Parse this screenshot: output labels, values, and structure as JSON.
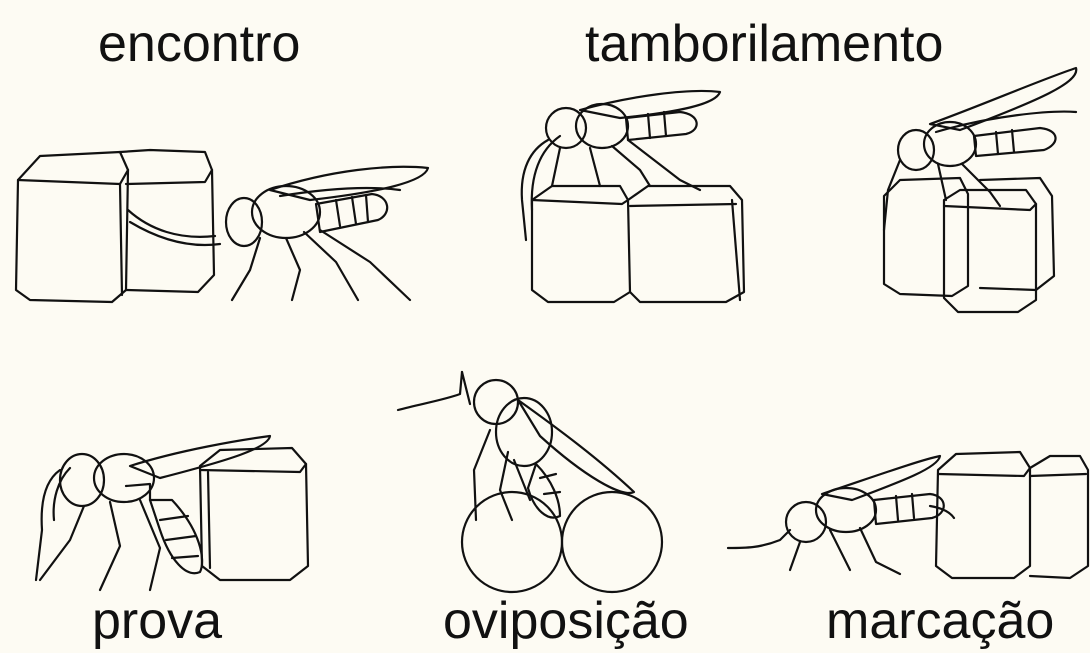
{
  "labels": {
    "encontro": "encontro",
    "tamborilamento": "tamborilamento",
    "prova": "prova",
    "oviposicao": "oviposição",
    "marcacao": "marcação"
  },
  "panels": [
    {
      "id": "encontro",
      "icons": [
        "wasp-icon",
        "host-egg-icon"
      ]
    },
    {
      "id": "tamborilamento",
      "icons": [
        "wasp-icon",
        "host-egg-icon"
      ]
    },
    {
      "id": "prova",
      "icons": [
        "wasp-icon",
        "host-egg-icon"
      ]
    },
    {
      "id": "oviposicao",
      "icons": [
        "wasp-icon",
        "host-egg-icon"
      ]
    },
    {
      "id": "marcacao",
      "icons": [
        "wasp-icon",
        "host-egg-icon"
      ]
    }
  ]
}
